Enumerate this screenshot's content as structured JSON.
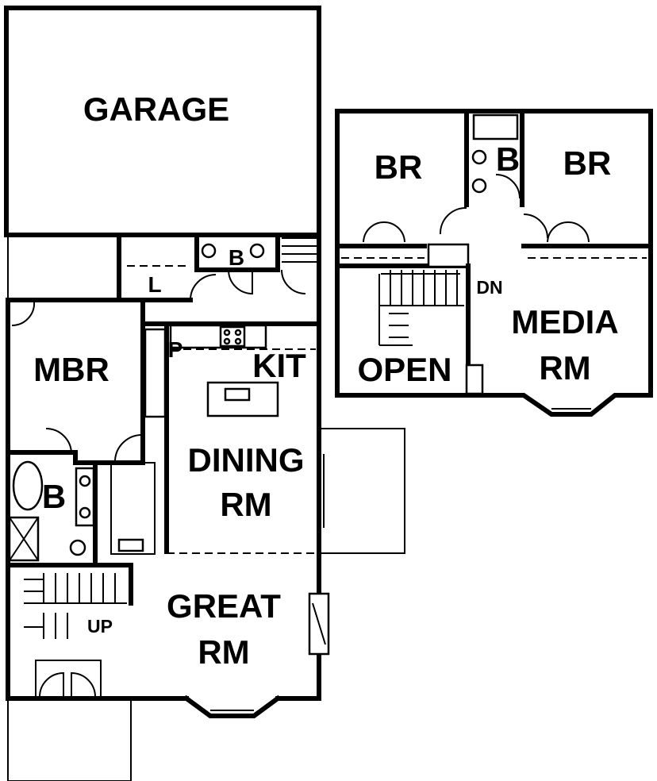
{
  "rooms": {
    "garage": "GARAGE",
    "laundry": "L",
    "bath_main": "B",
    "mbr": "MBR",
    "pantry": "P",
    "kitchen": "KIT",
    "dining_1": "DINING",
    "dining_2": "RM",
    "bath_master": "B",
    "great_1": "GREAT",
    "great_2": "RM",
    "stair_up": "UP",
    "br_left": "BR",
    "bath_upper": "B",
    "br_right": "BR",
    "stair_down": "DN",
    "media_1": "MEDIA",
    "media_2": "RM",
    "open": "OPEN"
  }
}
